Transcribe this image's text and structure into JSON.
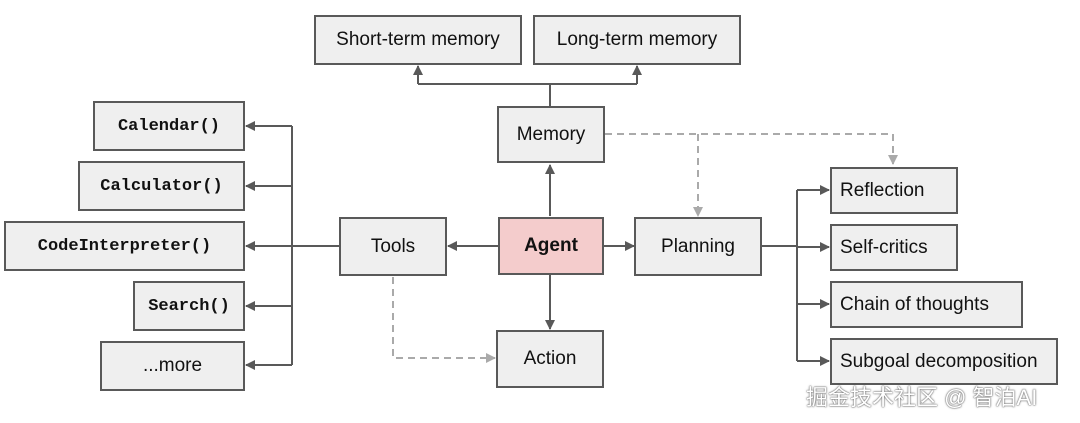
{
  "nodes": {
    "short_term_memory": "Short-term memory",
    "long_term_memory": "Long-term memory",
    "memory": "Memory",
    "calendar": "Calendar()",
    "calculator": "Calculator()",
    "code_interpreter": "CodeInterpreter()",
    "search": "Search()",
    "more": "...more",
    "tools": "Tools",
    "agent": "Agent",
    "planning": "Planning",
    "action": "Action",
    "reflection": "Reflection",
    "self_critics": "Self-critics",
    "chain_of_thoughts": "Chain of thoughts",
    "subgoal_decomposition": "Subgoal decomposition"
  },
  "colors": {
    "box_fill": "#efefef",
    "box_border": "#595959",
    "agent_fill": "#f4cccc",
    "edge": "#595959",
    "dashed_edge": "#aaaaaa"
  },
  "watermark": "掘金技术社区 @ 智泊AI"
}
